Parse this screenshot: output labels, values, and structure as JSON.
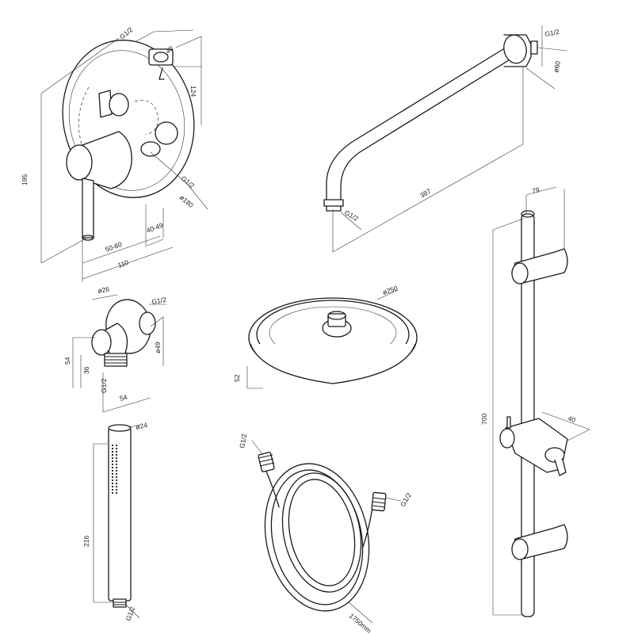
{
  "palette": {
    "line": "#1a1a1a",
    "background": "#ffffff"
  },
  "mixer": {
    "thread_top": "G1/2",
    "dim_40": "40",
    "dim_124": "124",
    "dim_195": "195",
    "thread_side": "G1/2",
    "dim_d180": "ø180",
    "dim_40_49": "40-49",
    "dim_50_60": "50-60",
    "dim_110": "110"
  },
  "arm": {
    "thread_top": "G1/2",
    "dim_d60": "ø60",
    "dim_387": "387",
    "thread_bottom": "G1/2"
  },
  "elbow": {
    "dim_d26": "ø26",
    "thread_top": "G1/2",
    "dim_54_v": "54",
    "dim_36": "36",
    "dim_d49": "ø49",
    "thread_bottom": "G1/2",
    "dim_54_h": "54"
  },
  "head": {
    "dim_d250": "ø250",
    "dim_52": "52"
  },
  "rail": {
    "dim_79": "79",
    "dim_700": "700",
    "dim_40": "40"
  },
  "hand_shower": {
    "dim_d24": "ø24",
    "dim_216": "216",
    "thread": "G1/2"
  },
  "hose": {
    "thread_left": "G1/2",
    "thread_right": "G1/2",
    "length": "1750mm"
  }
}
